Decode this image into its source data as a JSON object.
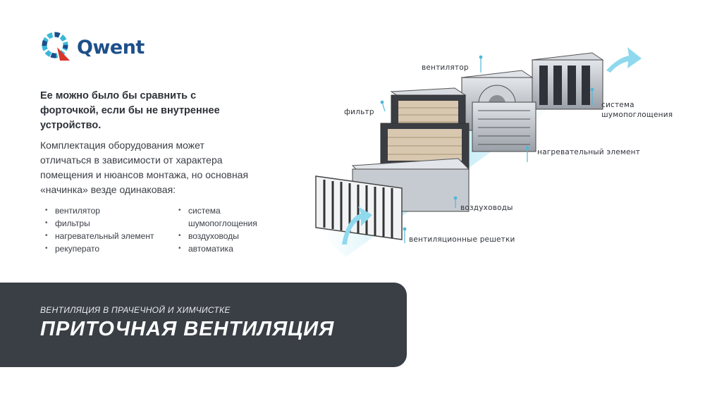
{
  "brand": {
    "name": "Qwent",
    "accent": "#1d4f8a",
    "highlight": "#3bb7d8",
    "red": "#d8362b"
  },
  "intro": "Ее можно было бы сравнить с форточкой, если бы не внутреннее устройство.",
  "paragraph": "Комплектация оборудования может отличаться в зависимости от характера помещения и нюансов монтажа, но основная «начинка» везде одинаковая:",
  "list_left": [
    "вентилятор",
    "фильтры",
    "нагревательный элемент",
    "рекуперато"
  ],
  "list_right": [
    "система шумопоглощения",
    "воздуховоды",
    "автоматика"
  ],
  "diagram_labels": {
    "fan": "вентилятор",
    "filter": "фильтр",
    "noise_1": "система",
    "noise_2": "шумопоглощения",
    "heater": "нагревательный элемент",
    "ducts": "воздуховоды",
    "grilles": "вентиляционные решетки"
  },
  "banner": {
    "subtitle": "ВЕНТИЛЯЦИЯ В ПРАЧЕЧНОЙ И ХИМЧИСТКЕ",
    "title": "ПРИТОЧНАЯ ВЕНТИЛЯЦИЯ",
    "background": "#3a3f46"
  }
}
